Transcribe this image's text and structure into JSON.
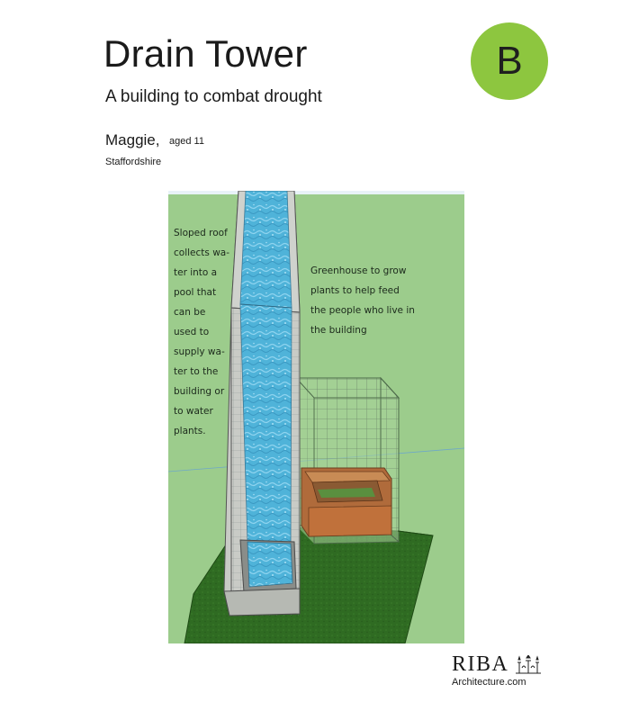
{
  "header": {
    "title": "Drain Tower",
    "subtitle": "A building to combat drought",
    "author": "Maggie,",
    "age": "aged 11",
    "region": "Staffordshire"
  },
  "badge": {
    "letter": "B",
    "color": "#8dc63f"
  },
  "figure": {
    "background_color": "#9ccc8c",
    "notes": {
      "roof": "Sloped roof\ncollects wa-\nter into a\npool that\ncan be\nused to\nsupply wa-\nter to the\nbuilding or\nto water\nplants.",
      "greenhouse": "Greenhouse to grow\nplants to help feed\nthe people who live in\nthe building"
    },
    "elements": {
      "tower": "tower",
      "water": "water-channel",
      "greenhouse": "greenhouse",
      "planter": "planter-bed",
      "lawn": "grass-plot",
      "pool": "pool"
    }
  },
  "footer": {
    "logo_word": "RIBA",
    "logo_site": "Architecture.com",
    "logo_icon": "riba-crest-icon"
  }
}
